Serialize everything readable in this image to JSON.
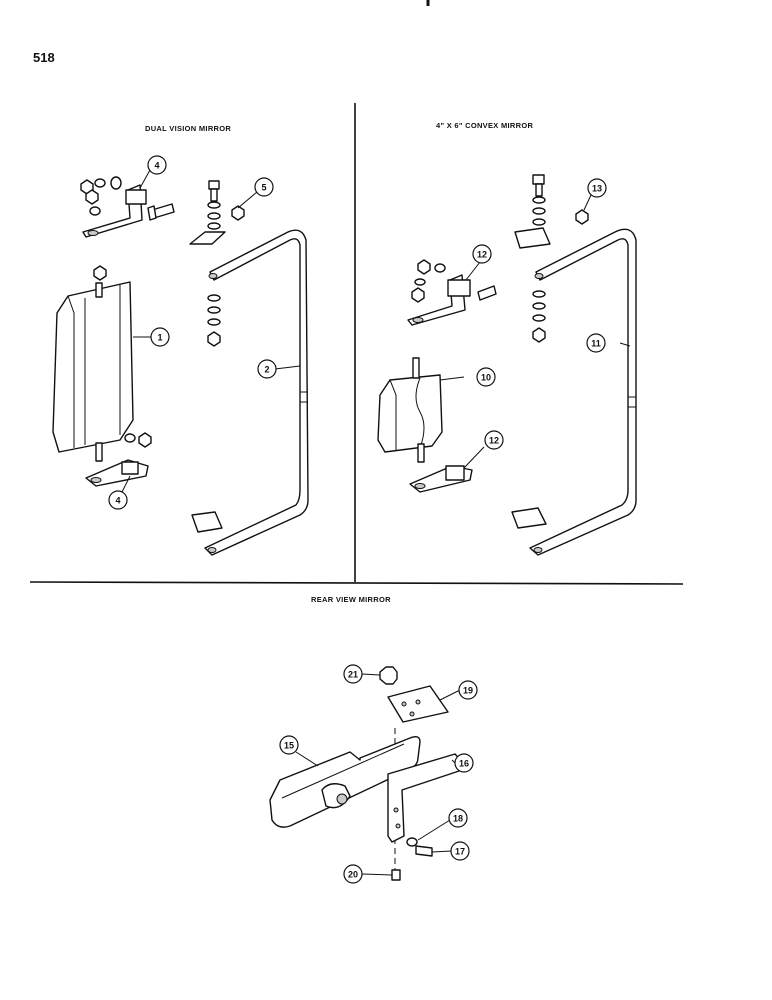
{
  "page_number": "518",
  "sections": {
    "dual": {
      "title": "DUAL VISION MIRROR"
    },
    "convex": {
      "title": "4\" X 6\" CONVEX MIRROR"
    },
    "rear": {
      "title": "REAR VIEW MIRROR"
    }
  },
  "callouts": {
    "dual": [
      "4",
      "5",
      "1",
      "2",
      "4"
    ],
    "convex": [
      "13",
      "12",
      "11",
      "10",
      "12"
    ],
    "rear": [
      "21",
      "19",
      "15",
      "16",
      "18",
      "17",
      "20"
    ]
  }
}
